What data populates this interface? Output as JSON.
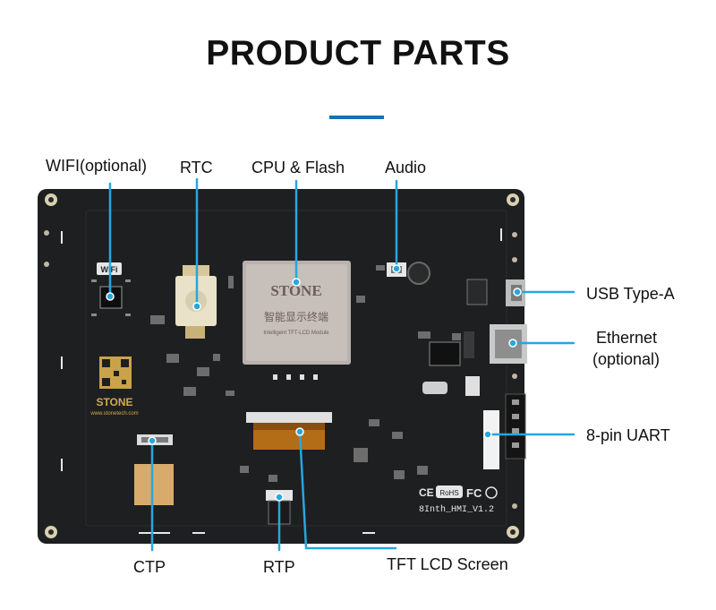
{
  "title": "PRODUCT PARTS",
  "colors": {
    "accent": "#1b6fb2",
    "leader": "#25a7e0",
    "board": "#1e1f21"
  },
  "labels": {
    "wifi": "WIFI(optional)",
    "rtc": "RTC",
    "cpu": "CPU & Flash",
    "audio": "Audio",
    "usb": "USB Type-A",
    "ethernet_l1": "Ethernet",
    "ethernet_l2": "(optional)",
    "uart": "8-pin UART",
    "ctp": "CTP",
    "rtp": "RTP",
    "tft": "TFT LCD Screen"
  },
  "board": {
    "cpu_brand": "STONE",
    "cpu_cn": "智能显示终端",
    "cpu_sub": "Intelligent TFT-LCD Module",
    "logo": "STONE",
    "url": "www.stonetech.com",
    "wifi_mark": "WiFi",
    "rohs": "RoHS",
    "ce": "CE",
    "fc": "FC",
    "model": "8Inth_HMI_V1.2"
  }
}
